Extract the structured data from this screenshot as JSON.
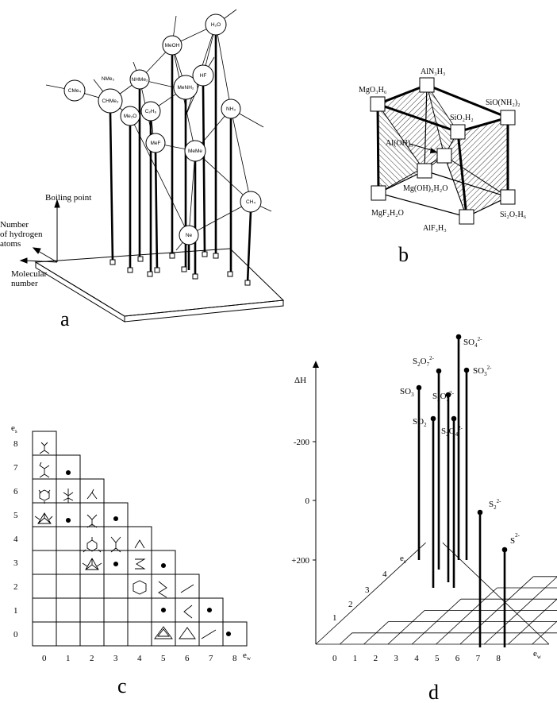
{
  "panels": {
    "a": {
      "label": "a",
      "axes": {
        "boiling": "Boiling point",
        "hydrogen_line1": "Number",
        "hydrogen_line2": "of hydrogen",
        "hydrogen_line3": "atoms",
        "molecular_line1": "Molecular",
        "molecular_line2": "number"
      },
      "molecules": [
        "H₂O",
        "MeOH",
        "NMe₃",
        "NHMe₂",
        "MeNH₂",
        "HF",
        "CMe₄",
        "CHMe₃",
        "Me₂O",
        "C₂H₆",
        "NH₃",
        "MeF",
        "MeMe",
        "CH₄",
        "Ne"
      ]
    },
    "b": {
      "label": "b",
      "nodes": [
        "MgO₃H₆",
        "AlN₃H₃",
        "SiO(NH₂)₂",
        "SiO₂H₂",
        "Al(OH)₃",
        "Mg(OH)₂H₂O",
        "MgF₂H₂O",
        "AlF₃H₃",
        "Si₂O₇H₆"
      ]
    },
    "c": {
      "label": "c",
      "y_axis_label": "e",
      "y_axis_sub": "s",
      "x_axis_label": "e",
      "x_axis_sub": "w",
      "row_labels": [
        "8",
        "7",
        "6",
        "5",
        "4",
        "3",
        "2",
        "1",
        "0"
      ],
      "col_labels": [
        "0",
        "1",
        "2",
        "3",
        "4",
        "5",
        "6",
        "7",
        "8"
      ]
    },
    "d": {
      "label": "d",
      "y_axis_label": "ΔH",
      "y_ticks": [
        "-200",
        "0",
        "+200"
      ],
      "es_label": "e",
      "es_sub": "s",
      "es_values": [
        "1",
        "2",
        "3",
        "4"
      ],
      "ew_label": "e",
      "ew_sub": "w",
      "ew_values": [
        "0",
        "1",
        "2",
        "3",
        "4",
        "5",
        "6",
        "7",
        "8"
      ],
      "species": [
        {
          "formula": "SO",
          "sub": "4",
          "sup": "2-"
        },
        {
          "formula": "S",
          "sub": "2",
          "mid": "O",
          "sub2": "7",
          "sup": "2-"
        },
        {
          "formula": "SO",
          "sub": "3",
          "sup": "2-"
        },
        {
          "formula": "SO",
          "sub": "3",
          "sup": ""
        },
        {
          "formula": "S",
          "sub": "2",
          "mid": "O",
          "sub2": "3",
          "sup": "2-"
        },
        {
          "formula": "SO",
          "sub": "2",
          "sup": ""
        },
        {
          "formula": "S",
          "sub": "2",
          "mid": "O",
          "sub2": "4",
          "sup": "2-"
        },
        {
          "formula": "S",
          "sub": "2",
          "sup": "2-"
        },
        {
          "formula": "S",
          "sub": "",
          "sup": "2-"
        }
      ]
    }
  }
}
